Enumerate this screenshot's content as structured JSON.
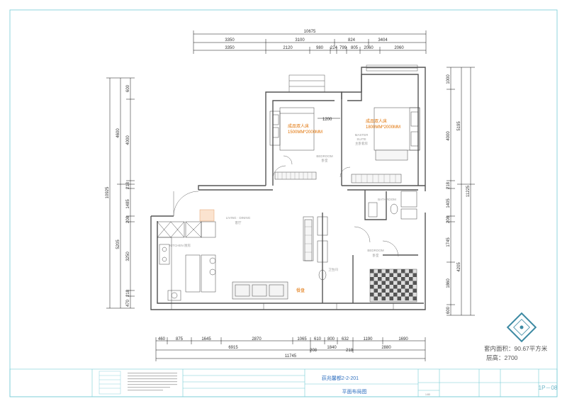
{
  "dims": {
    "top_total": "10675",
    "top_row2": [
      "3350",
      "3100",
      "824",
      "3404"
    ],
    "top_row3": [
      "3350",
      "2120",
      "980",
      "224",
      "799",
      "805",
      "2060",
      "2060"
    ],
    "left_total": "10925",
    "left_row2": [
      "4600",
      "5205"
    ],
    "left_row3": [
      "600",
      "4000",
      "218",
      "1485",
      "208",
      "3250",
      "218",
      "470"
    ],
    "right_total": "11225",
    "right_row2": [
      "5195",
      "4205"
    ],
    "right_row3": [
      "1000",
      "4000",
      "218",
      "1405",
      "208",
      "1745",
      "1860",
      "600"
    ],
    "bottom_row1": [
      "460",
      "875",
      "1645",
      "2870",
      "1065",
      "610",
      "800",
      "632",
      "1190",
      "1690"
    ],
    "bottom_row2": [
      "6915",
      "208",
      "1840",
      "218",
      "2880"
    ],
    "bottom_total": "11745",
    "inner_1200": "1200"
  },
  "rooms": {
    "bedroom1_en": "BEDROOM",
    "bedroom1_cn": "卧室",
    "master_en": "MASTER",
    "master_en2": "SUITE",
    "master_cn": "主卧套房",
    "living_en": "LIVING · DINING",
    "living_cn": "客厅",
    "kitchen_en": "KITCHEN 厨房",
    "bedroom3_en": "BEDROOM",
    "bedroom3_cn": "卧室",
    "bathroom_en": "BATHROOM",
    "bath2_en": "卫生间"
  },
  "beds": {
    "bed1": [
      "成品双人床",
      "1500MM*2000MM"
    ],
    "bed2": [
      "成品双人床",
      "1800MM*2000MM"
    ]
  },
  "notes": {
    "orange_note": "餐盘"
  },
  "info": {
    "area": "套内面积：90.67平方米",
    "height": "层高：2700"
  },
  "title_block": {
    "project": "荻兆馨都2-2-201",
    "drawing_title": "平面布局图",
    "scale": "1:80",
    "page_no": "1P－08"
  },
  "colors": {
    "frame": "#74cbd6",
    "orange_label": "#e07000",
    "title_blue": "#2e6fbf",
    "logo_blue": "#3d8aa3"
  }
}
